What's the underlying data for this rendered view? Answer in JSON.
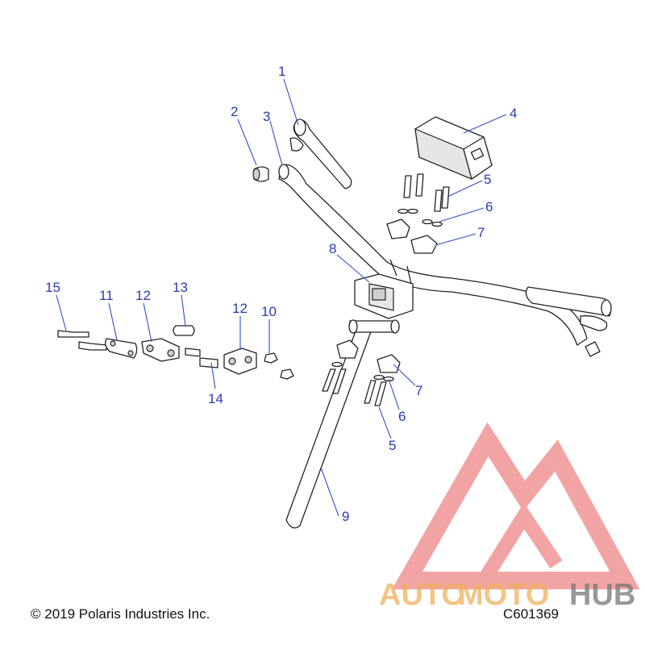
{
  "callouts": {
    "c1": "1",
    "c2": "2",
    "c3": "3",
    "c4": "4",
    "c5a": "5",
    "c5b": "5",
    "c6a": "6",
    "c6b": "6",
    "c7a": "7",
    "c7b": "7",
    "c8": "8",
    "c9": "9",
    "c10": "10",
    "c11": "11",
    "c12a": "12",
    "c12b": "12",
    "c13": "13",
    "c14": "14",
    "c15": "15"
  },
  "footer": {
    "copyright": "© 2019 Polaris Industries Inc.",
    "diagram_code": "C601369"
  },
  "watermark": {
    "text_auto": "AUTO",
    "text_moto": "MOTO",
    "text_hub": "HUB",
    "colors": {
      "logo": "#e85a5a",
      "auto": "#f0b15a",
      "moto": "#f0b15a",
      "hub": "#777777"
    }
  },
  "colors": {
    "callout": "#2a3bb0",
    "line": "#222222"
  }
}
